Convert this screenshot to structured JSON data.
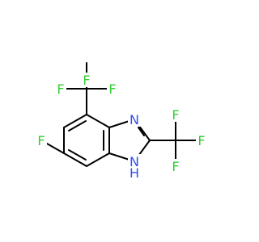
{
  "colors": {
    "carbon_bond": "#000000",
    "fluorine": "#33cc33",
    "nitrogen": "#3050f8",
    "background": "#ffffff"
  },
  "atoms": {
    "f_top_left": "F",
    "f_top_center": "F",
    "f_top_right": "F",
    "f_right_right": "F",
    "f_right_center": "F",
    "f_right_bottom": "F",
    "f_ring": "F",
    "n_imine": "N",
    "n_amine": "N",
    "h_amine": "H"
  }
}
